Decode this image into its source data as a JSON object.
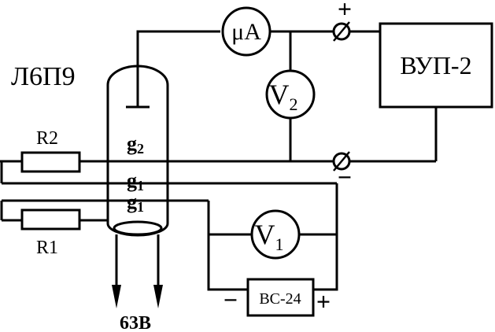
{
  "tube": {
    "label": "Л6П9",
    "grid2_main": "g",
    "grid2_sub": "2",
    "grid1a_main": "g",
    "grid1a_sub": "1",
    "grid1b_main": "g",
    "grid1b_sub": "1",
    "filament_label": "63В"
  },
  "resistors": {
    "r2": "R2",
    "r1": "R1"
  },
  "meters": {
    "microammeter": "μA",
    "v2_main": "V",
    "v2_sub": "2",
    "v1_main": "V",
    "v1_sub": "1"
  },
  "supplies": {
    "high_voltage": "ВУП-2",
    "high_plus": "+",
    "high_minus": "−",
    "grid_supply": "ВС-24",
    "grid_minus": "−",
    "grid_plus": "+"
  }
}
